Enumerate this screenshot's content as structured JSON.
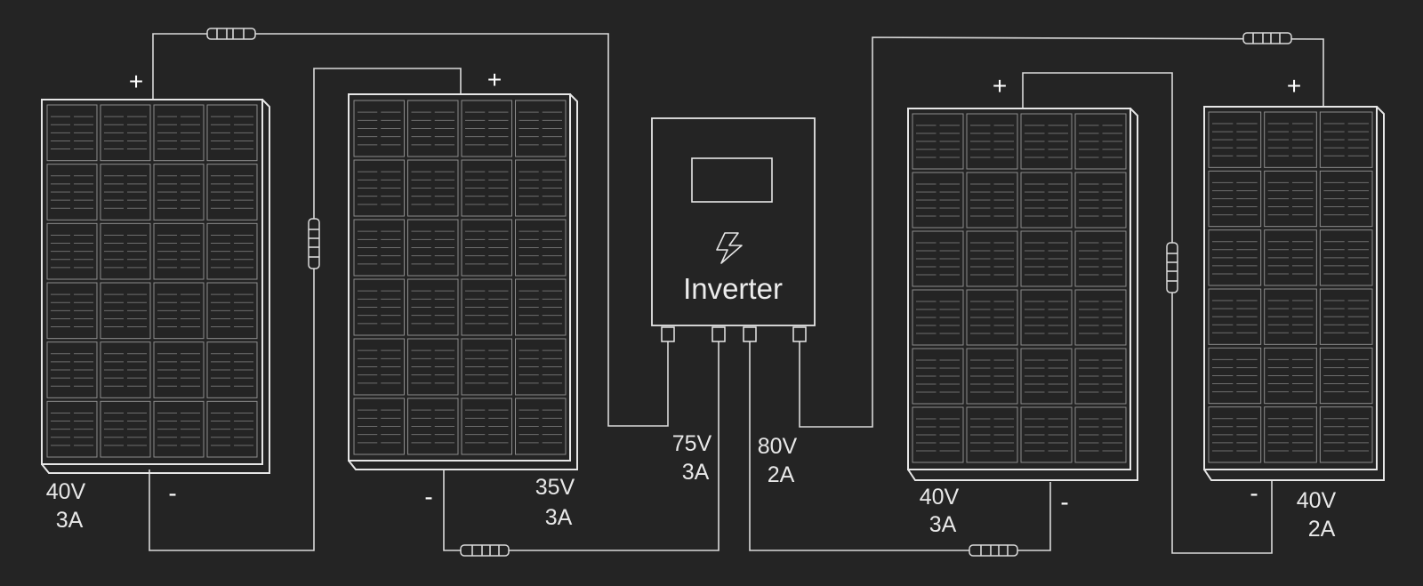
{
  "inverter": {
    "label": "Inverter",
    "icon": "lightning-icon"
  },
  "panels": [
    {
      "id": "panel-1",
      "voltage": "40V",
      "current": "3A",
      "plus": "+",
      "minus": "-"
    },
    {
      "id": "panel-2",
      "voltage": "35V",
      "current": "3A",
      "plus": "+",
      "minus": "-"
    },
    {
      "id": "panel-3",
      "voltage": "40V",
      "current": "3A",
      "plus": "+",
      "minus": "-"
    },
    {
      "id": "panel-4",
      "voltage": "40V",
      "current": "2A",
      "plus": "+",
      "minus": "-"
    }
  ],
  "strings": [
    {
      "id": "left-string",
      "voltage": "75V",
      "current": "3A"
    },
    {
      "id": "right-string",
      "voltage": "80V",
      "current": "2A"
    }
  ],
  "colors": {
    "background": "#242424",
    "stroke": "#e6e6e6",
    "cells": "#8c8c8c"
  }
}
